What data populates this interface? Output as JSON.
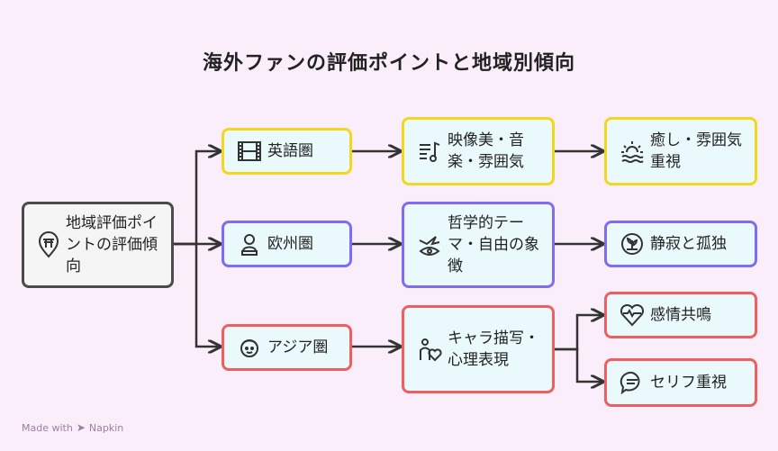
{
  "title": "海外ファンの評価ポイントと地域別傾向",
  "root": {
    "label": "地域評価ポイントの評価傾向",
    "icon": "torii-pin-icon"
  },
  "regions": [
    {
      "label": "英語圏",
      "icon": "film-strip-icon"
    },
    {
      "label": "欧州圏",
      "icon": "bust-statue-icon"
    },
    {
      "label": "アジア圏",
      "icon": "face-icon"
    }
  ],
  "points": [
    {
      "label": "映像美・音楽・雰囲気",
      "icon": "music-notes-icon"
    },
    {
      "label": "哲学的テーマ・自由の象徴",
      "icon": "bird-eye-icon"
    },
    {
      "label": "キャラ描写・心理表現",
      "icon": "person-heart-icon"
    }
  ],
  "outcomes": [
    {
      "label": "癒し・雰囲気重視",
      "icon": "sun-waves-icon"
    },
    {
      "label": "静寂と孤独",
      "icon": "leaf-circle-icon"
    },
    {
      "label": "感情共鳴",
      "icon": "heart-waves-icon"
    },
    {
      "label": "セリフ重視",
      "icon": "speech-bubble-icon"
    }
  ],
  "footer": {
    "prefix": "Made with",
    "brand": "Napkin"
  },
  "colors": {
    "background": "#fbeefb",
    "gray": "#4b4b4b",
    "yellow": "#f2d71f",
    "purple": "#7f6cf0",
    "red": "#ee5f62",
    "node_fill": "#eafafc"
  }
}
